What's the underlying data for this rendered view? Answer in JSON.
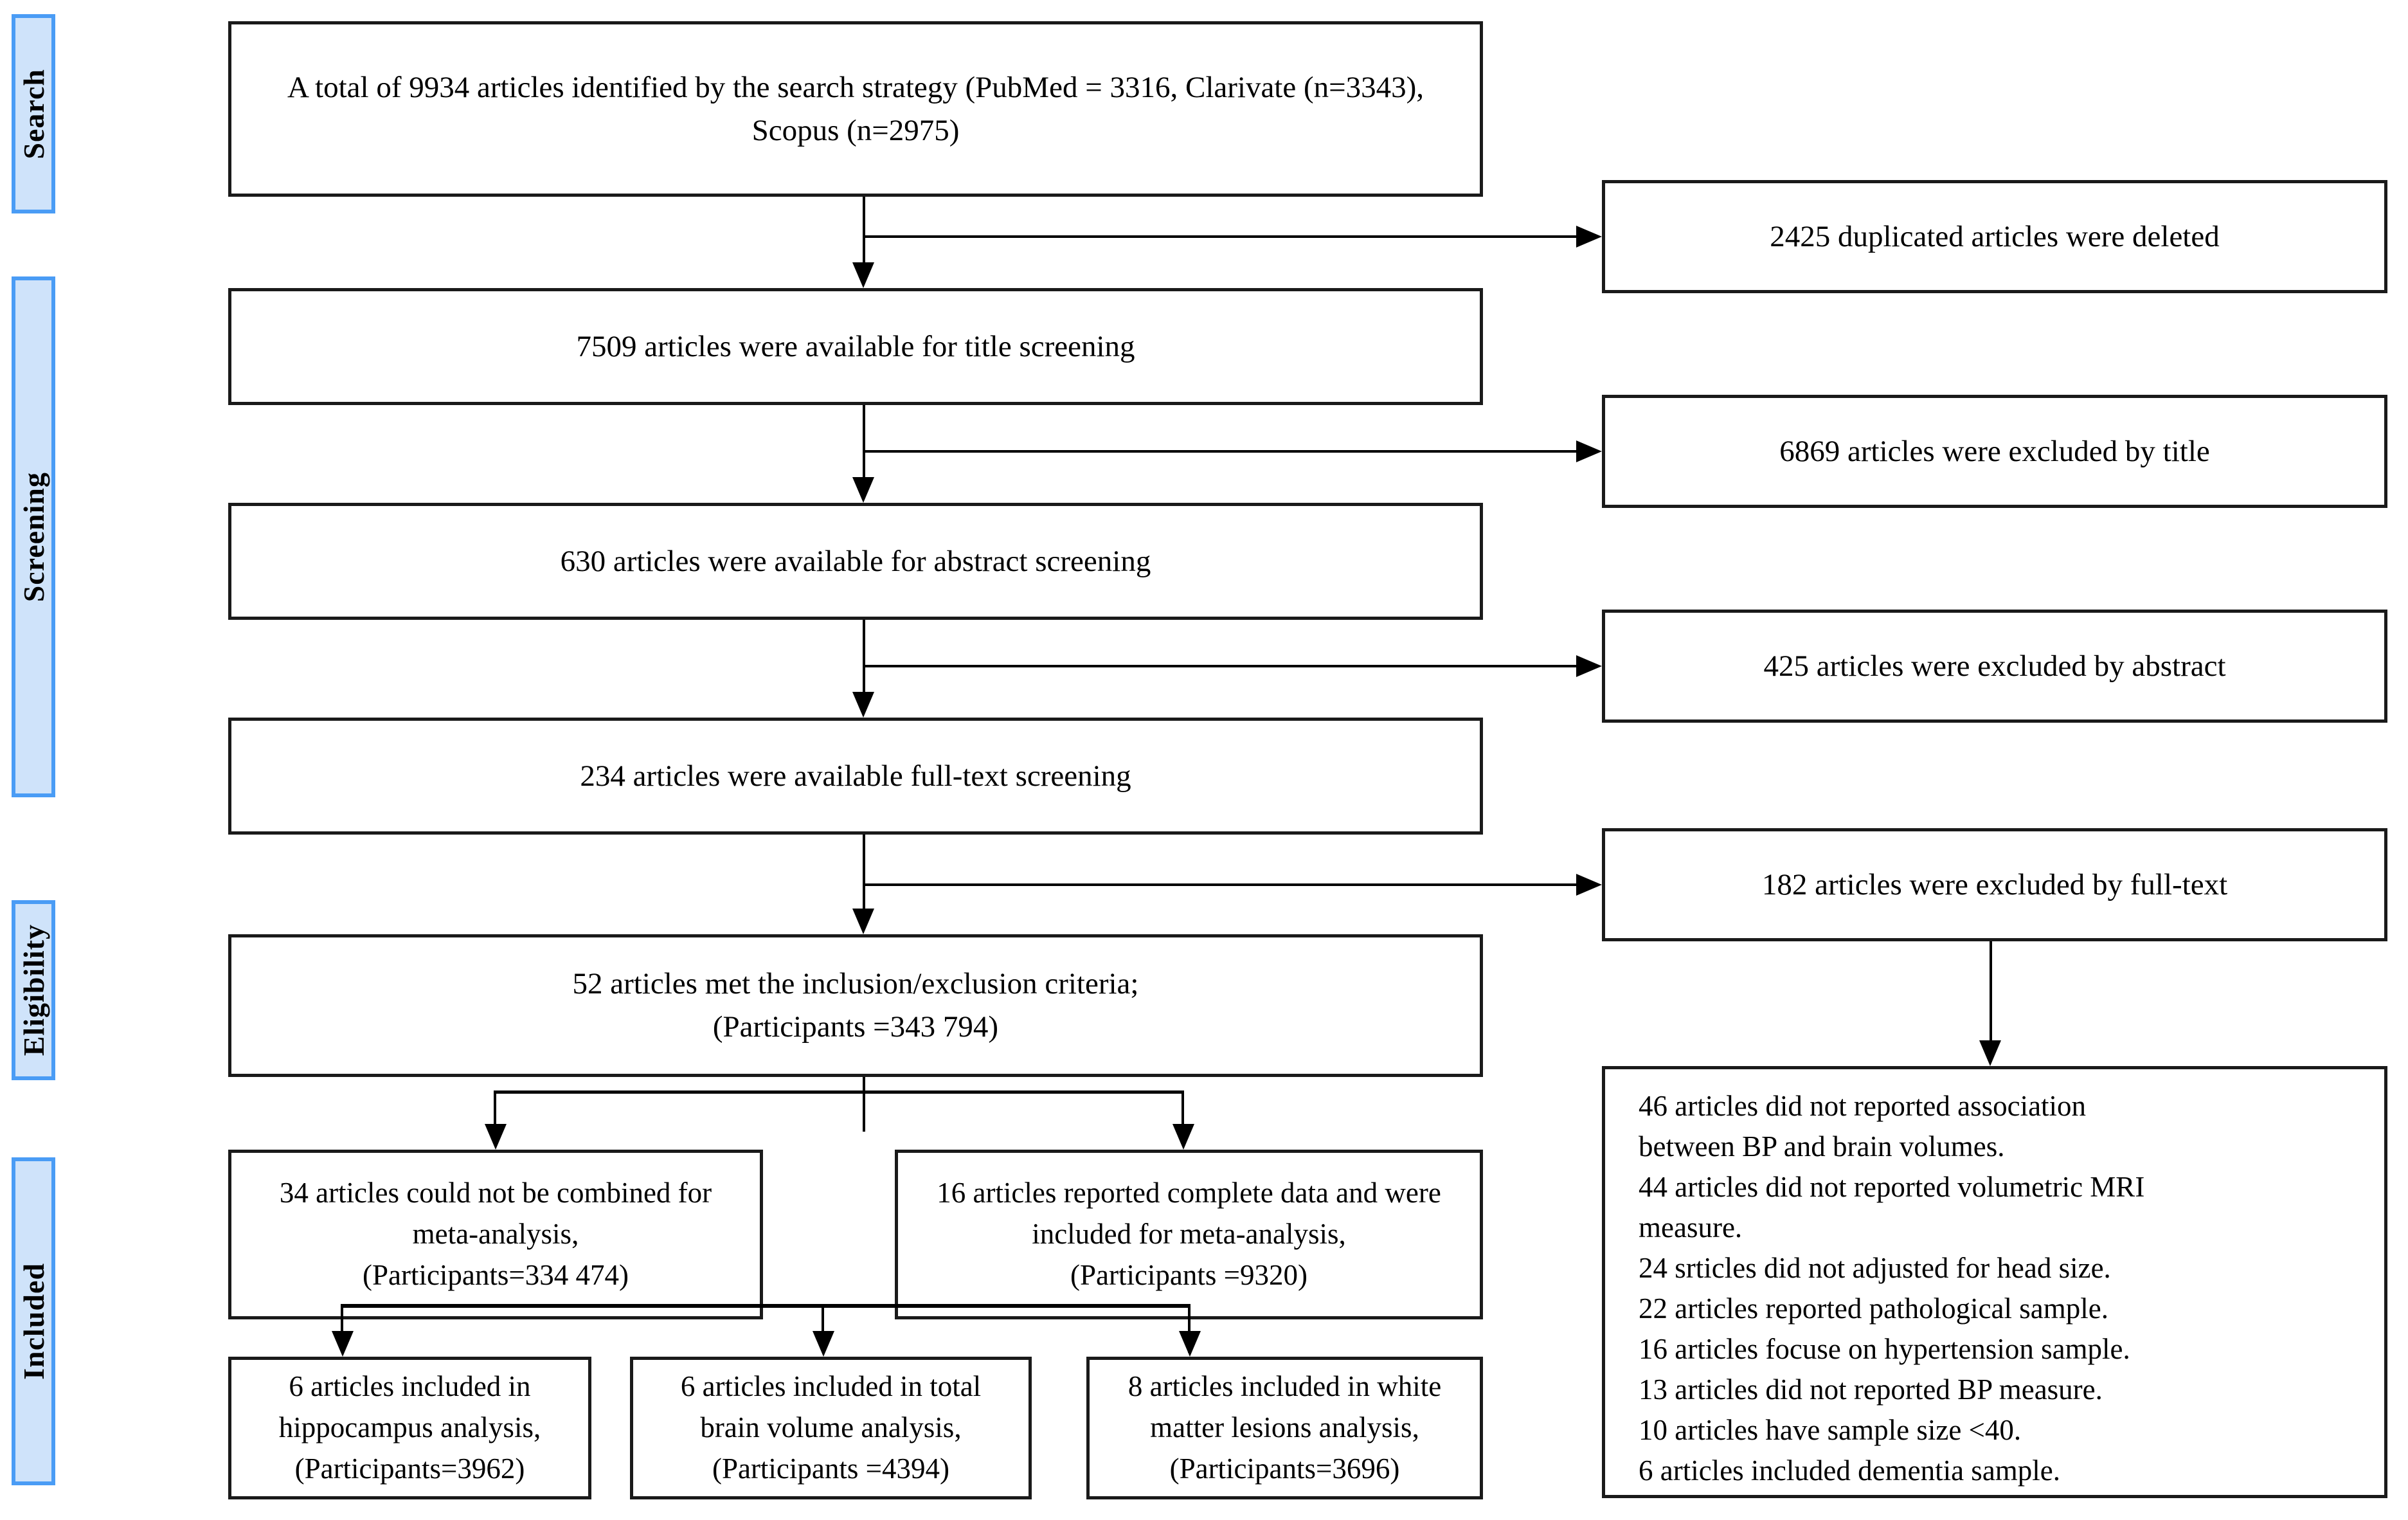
{
  "figure": {
    "kind": "prisma-flow-diagram",
    "accent_blue_fill": "#cfe3fa",
    "accent_blue_border": "#4a9cf5",
    "line_color": "#000000",
    "box_border_color": "#1a1a1a",
    "background": "#ffffff"
  },
  "phases": [
    {
      "id": "search",
      "label": "Search"
    },
    {
      "id": "screening",
      "label": "Screening"
    },
    {
      "id": "eligibility",
      "label": "Eligibility"
    },
    {
      "id": "included",
      "label": "Included"
    }
  ],
  "main_flow": [
    {
      "id": "identified",
      "text": "A total of 9934 articles identified by the search strategy (PubMed = 3316, Clarivate (n=3343),\nScopus (n=2975)",
      "count": 9934,
      "sources": [
        {
          "name": "PubMed",
          "n": 3316
        },
        {
          "name": "Clarivate",
          "n": 3343
        },
        {
          "name": "Scopus",
          "n": 2975
        }
      ]
    },
    {
      "id": "title-screening",
      "text": "7509 articles were available for title screening",
      "count": 7509
    },
    {
      "id": "abstract-screening",
      "text": "630 articles were available for abstract screening",
      "count": 630
    },
    {
      "id": "fulltext-screening",
      "text": "234 articles were available full-text screening",
      "count": 234
    },
    {
      "id": "met-criteria",
      "text": "52 articles met the inclusion/exclusion criteria;\n(Participants =343 794)",
      "count": 52,
      "participants": "343 794"
    }
  ],
  "exclusions": [
    {
      "id": "duplicates",
      "text": "2425 duplicated articles were deleted",
      "count": 2425
    },
    {
      "id": "excluded-title",
      "text": "6869 articles were excluded by title",
      "count": 6869
    },
    {
      "id": "excluded-abstract",
      "text": "425 articles were excluded by abstract",
      "count": 425
    },
    {
      "id": "excluded-fulltext",
      "text": "182 articles were excluded by full-text",
      "count": 182
    }
  ],
  "exclusion_reasons": {
    "id": "fulltext-exclusion-reasons",
    "lines": [
      "46 articles did not reported association",
      "between BP and brain volumes.",
      "44 articles did not reported volumetric MRI",
      "measure.",
      "24 srticles did not adjusted for head size.",
      "22 articles reported pathological sample.",
      "16 articles focuse on hypertension sample.",
      "13 articles did not reported BP measure.",
      "10 articles have sample size <40.",
      "6 articles included dementia sample."
    ],
    "text": "46 articles did not reported association\nbetween BP and brain volumes.\n44 articles did not reported volumetric MRI\nmeasure.\n24 srticles did not adjusted for head size.\n22 articles reported pathological sample.\n16 articles focuse on hypertension sample.\n13 articles did not reported BP measure.\n10 articles have sample size <40.\n6 articles included dementia sample."
  },
  "split_boxes": [
    {
      "id": "not-combined",
      "text": "34 articles could not be combined for\nmeta-analysis,\n(Participants=334 474)",
      "count": 34,
      "participants": "334 474"
    },
    {
      "id": "included-meta",
      "text": "16 articles reported complete data and were\nincluded for meta-analysis,\n(Participants =9320)",
      "count": 16,
      "participants": "9320"
    }
  ],
  "analysis_boxes": [
    {
      "id": "hippocampus",
      "text": "6 articles included in\nhippocampus analysis,\n(Participants=3962)",
      "count": 6,
      "participants": "3962"
    },
    {
      "id": "total-brain-volume",
      "text": "6 articles included in total\nbrain volume analysis,\n(Participants =4394)",
      "count": 6,
      "participants": "4394"
    },
    {
      "id": "white-matter-lesions",
      "text": "8 articles included in white\nmatter lesions analysis,\n(Participants=3696)",
      "count": 8,
      "participants": "3696"
    }
  ]
}
